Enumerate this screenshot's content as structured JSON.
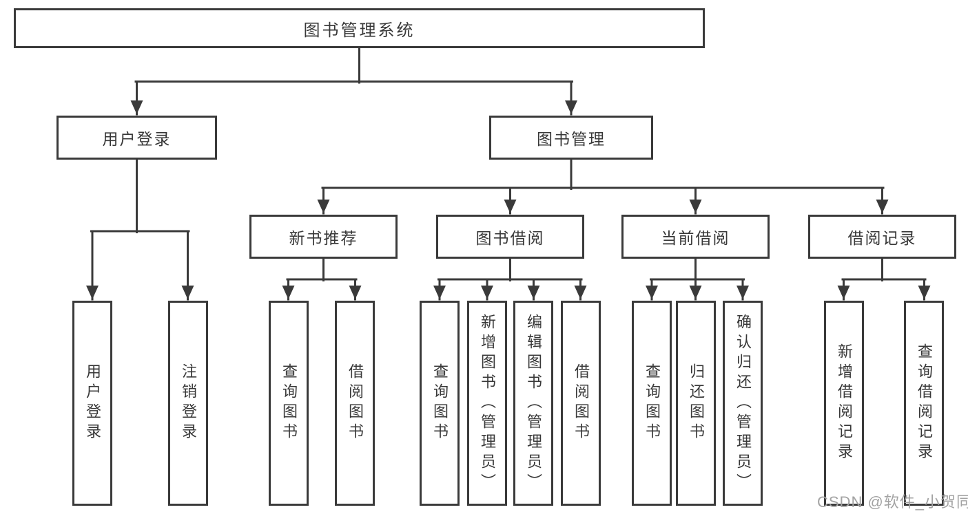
{
  "tree": {
    "label": "图书管理系统",
    "children": [
      {
        "label": "用户登录",
        "children": [
          {
            "label": "用户登录"
          },
          {
            "label": "注销登录"
          }
        ]
      },
      {
        "label": "图书管理",
        "children": [
          {
            "label": "新书推荐",
            "children": [
              {
                "label": "查询图书"
              },
              {
                "label": "借阅图书"
              }
            ]
          },
          {
            "label": "图书借阅",
            "children": [
              {
                "label": "查询图书"
              },
              {
                "label": "新增图书（管理员）"
              },
              {
                "label": "编辑图书（管理员）"
              },
              {
                "label": "借阅图书"
              }
            ]
          },
          {
            "label": "当前借阅",
            "children": [
              {
                "label": "查询图书"
              },
              {
                "label": "归还图书"
              },
              {
                "label": "确认归还（管理员）"
              }
            ]
          },
          {
            "label": "借阅记录",
            "children": [
              {
                "label": "新增借阅记录"
              },
              {
                "label": "查询借阅记录"
              }
            ]
          }
        ]
      }
    ]
  },
  "watermark": {
    "text": "CSDN @软件_小贺同学"
  },
  "colors": {
    "line": "#3a3a3a",
    "text": "#383838",
    "watermark": "#a3a3a3",
    "background": "#ffffff"
  }
}
